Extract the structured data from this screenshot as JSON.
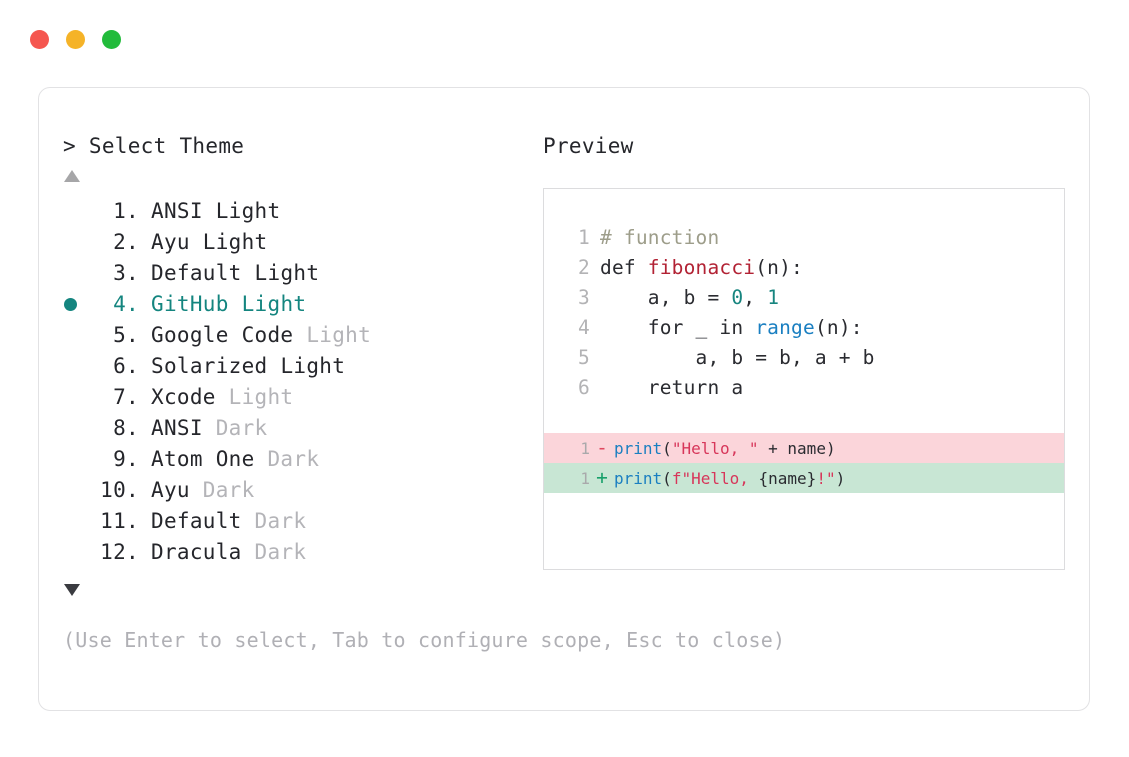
{
  "window": {
    "controls": [
      {
        "name": "close",
        "color": "#f5564f"
      },
      {
        "name": "minimize",
        "color": "#f5b328"
      },
      {
        "name": "maximize",
        "color": "#22bb3b"
      }
    ]
  },
  "selector": {
    "prompt": "> Select Theme",
    "scroll_up_indicator": "▲",
    "scroll_down_indicator": "▼",
    "selected_index": 4,
    "accent_color": "#14857f",
    "items": [
      {
        "index": "1.",
        "name": "ANSI",
        "variant": "Light",
        "variant_dim": false,
        "selected": false
      },
      {
        "index": "2.",
        "name": "Ayu",
        "variant": "Light",
        "variant_dim": false,
        "selected": false
      },
      {
        "index": "3.",
        "name": "Default",
        "variant": "Light",
        "variant_dim": false,
        "selected": false
      },
      {
        "index": "4.",
        "name": "GitHub",
        "variant": "Light",
        "variant_dim": false,
        "selected": true
      },
      {
        "index": "5.",
        "name": "Google Code",
        "variant": "Light",
        "variant_dim": true,
        "selected": false
      },
      {
        "index": "6.",
        "name": "Solarized",
        "variant": "Light",
        "variant_dim": false,
        "selected": false
      },
      {
        "index": "7.",
        "name": "Xcode",
        "variant": "Light",
        "variant_dim": true,
        "selected": false
      },
      {
        "index": "8.",
        "name": "ANSI",
        "variant": "Dark",
        "variant_dim": true,
        "selected": false
      },
      {
        "index": "9.",
        "name": "Atom One",
        "variant": "Dark",
        "variant_dim": true,
        "selected": false
      },
      {
        "index": "10.",
        "name": "Ayu",
        "variant": "Dark",
        "variant_dim": true,
        "selected": false
      },
      {
        "index": "11.",
        "name": "Default",
        "variant": "Dark",
        "variant_dim": true,
        "selected": false
      },
      {
        "index": "12.",
        "name": "Dracula",
        "variant": "Dark",
        "variant_dim": true,
        "selected": false
      }
    ]
  },
  "hint": "(Use Enter to select, Tab to configure scope, Esc to close)",
  "preview": {
    "title": "Preview",
    "code_lines": [
      {
        "num": "1",
        "tokens": [
          {
            "t": "# function",
            "c": "tok-comment"
          }
        ]
      },
      {
        "num": "2",
        "tokens": [
          {
            "t": "def ",
            "c": "tok-plain"
          },
          {
            "t": "fibonacci",
            "c": "tok-func"
          },
          {
            "t": "(n):",
            "c": "tok-plain"
          }
        ]
      },
      {
        "num": "3",
        "tokens": [
          {
            "t": "    a, b = ",
            "c": "tok-plain"
          },
          {
            "t": "0",
            "c": "tok-num"
          },
          {
            "t": ", ",
            "c": "tok-plain"
          },
          {
            "t": "1",
            "c": "tok-num"
          }
        ]
      },
      {
        "num": "4",
        "tokens": [
          {
            "t": "    for _ in ",
            "c": "tok-plain"
          },
          {
            "t": "range",
            "c": "tok-builtin"
          },
          {
            "t": "(n):",
            "c": "tok-plain"
          }
        ]
      },
      {
        "num": "5",
        "tokens": [
          {
            "t": "        a, b = b, a + b",
            "c": "tok-plain"
          }
        ]
      },
      {
        "num": "6",
        "tokens": [
          {
            "t": "    return a",
            "c": "tok-plain"
          }
        ]
      }
    ],
    "diff_lines": [
      {
        "num": "1",
        "kind": "removed",
        "marker": "-",
        "tokens": [
          {
            "t": "print",
            "c": "tok-builtin"
          },
          {
            "t": "(",
            "c": "tok-plain"
          },
          {
            "t": "\"Hello, \"",
            "c": "tok-str"
          },
          {
            "t": " + name)",
            "c": "tok-plain"
          }
        ]
      },
      {
        "num": "1",
        "kind": "added",
        "marker": "+",
        "tokens": [
          {
            "t": "print",
            "c": "tok-builtin"
          },
          {
            "t": "(",
            "c": "tok-plain"
          },
          {
            "t": "f\"Hello, ",
            "c": "tok-str"
          },
          {
            "t": "{name}",
            "c": "tok-plain"
          },
          {
            "t": "!\"",
            "c": "tok-str"
          },
          {
            "t": ")",
            "c": "tok-plain"
          }
        ]
      }
    ],
    "diff_removed_bg": "#fbd5da",
    "diff_added_bg": "#c8e6d4"
  }
}
